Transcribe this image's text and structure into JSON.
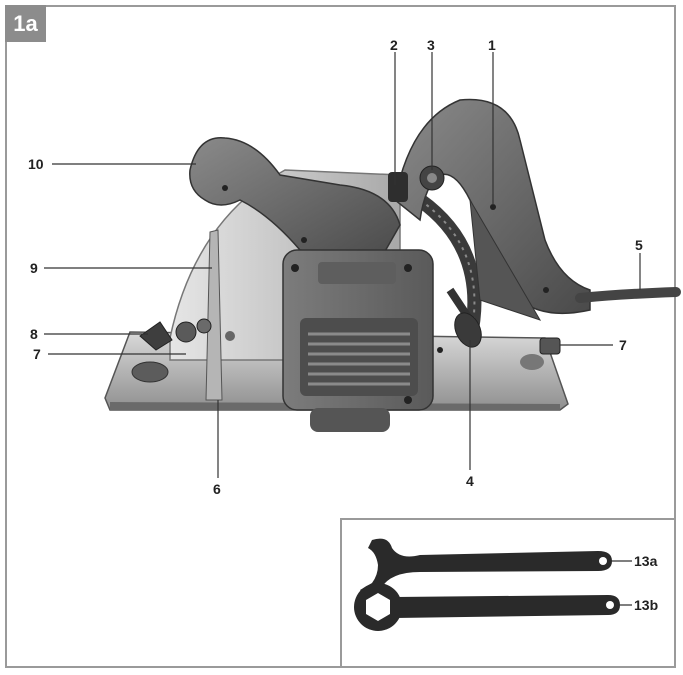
{
  "figure_label": "1a",
  "callouts": {
    "c1": "1",
    "c2": "2",
    "c3": "3",
    "c4": "4",
    "c5": "5",
    "c6": "6",
    "c7a": "7",
    "c7b": "7",
    "c8": "8",
    "c9": "9",
    "c10": "10",
    "c13a": "13a",
    "c13b": "13b"
  }
}
